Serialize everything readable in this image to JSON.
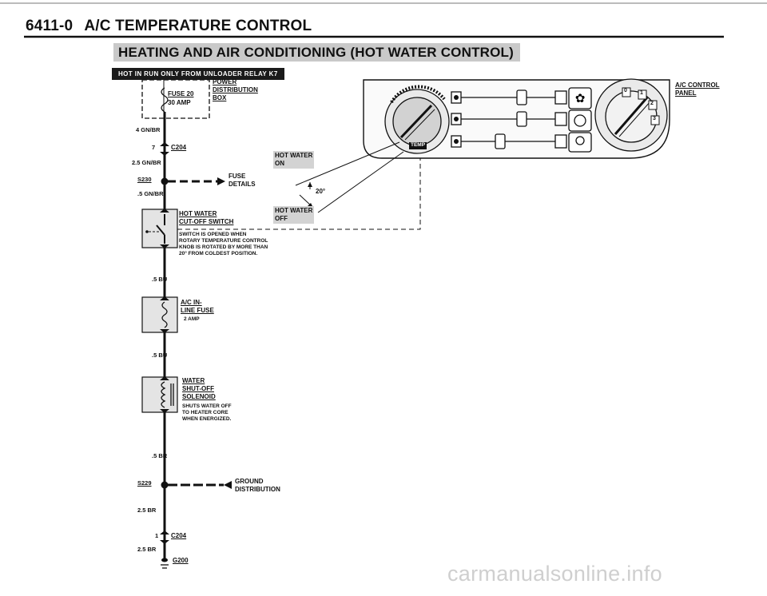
{
  "header": {
    "section_number": "6411-0",
    "section_title": "A/C TEMPERATURE CONTROL",
    "subtitle": "HEATING AND AIR CONDITIONING (HOT WATER CONTROL)"
  },
  "relay_label": "HOT IN RUN ONLY FROM UNLOADER RELAY K7",
  "fuse_box": {
    "fuse": "FUSE 20",
    "amp": "30 AMP",
    "box_label": [
      "POWER",
      "DISTRIBUTION",
      "BOX"
    ]
  },
  "wires": {
    "w1": "4 GN/BR",
    "w2": "2.5 GN/BR",
    "w3": ".5 GN/BR",
    "w4": ".5 BU",
    "w5": ".5 BU",
    "w6": ".5 BR",
    "w7": "2.5 BR",
    "w8": "2.5 BR"
  },
  "connectors": {
    "c204_top_pin": "7",
    "c204_top": "C204",
    "s230": "S230",
    "fuse_details": [
      "FUSE",
      "DETAILS"
    ],
    "s229": "S229",
    "ground_distribution": [
      "GROUND",
      "DISTRIBUTION"
    ],
    "c204_bottom_pin": "1",
    "c204_bottom": "C204",
    "g200": "G200"
  },
  "switch": {
    "title": [
      "HOT WATER",
      "CUT-OFF SWITCH"
    ],
    "note": [
      "SWITCH IS OPENED WHEN",
      "ROTARY TEMPERATURE CONTROL",
      "KNOB IS ROTATED BY MORE THAN",
      "20° FROM COLDEST POSITION."
    ]
  },
  "inline_fuse": {
    "title": [
      "A/C IN-",
      "LINE FUSE"
    ],
    "rating": "2 AMP"
  },
  "solenoid": {
    "title": [
      "WATER",
      "SHUT-OFF",
      "SOLENOID"
    ],
    "note": [
      "SHUTS WATER OFF",
      "TO HEATER CORE",
      "WHEN ENERGIZED."
    ]
  },
  "panel": {
    "label": [
      "A/C CONTROL",
      "PANEL"
    ],
    "hot_water_on": [
      "HOT WATER",
      "ON"
    ],
    "hot_water_off": [
      "HOT WATER",
      "OFF"
    ],
    "angle": "20°",
    "temp_knob_text": "TEMP",
    "fan_speeds": [
      "0",
      "1",
      "2",
      "3"
    ]
  },
  "watermark": "carmanualsonline.info"
}
